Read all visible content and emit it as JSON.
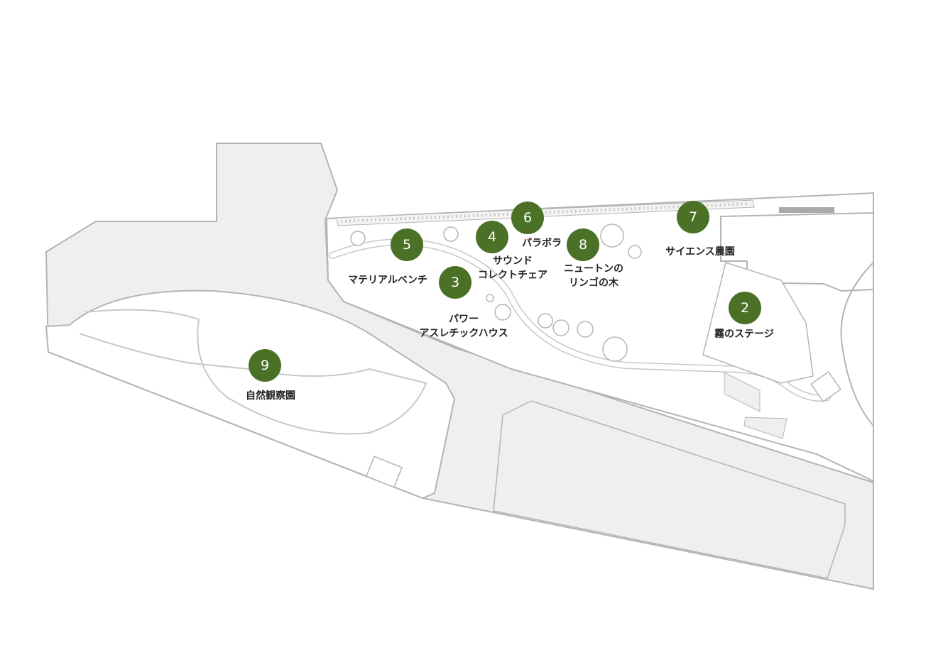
{
  "colors": {
    "marker_fill": "#4a7126",
    "marker_text": "#ffffff",
    "path_fill": "#efefef",
    "outline": "#b4b4b4",
    "label_text": "#222222"
  },
  "spots": [
    {
      "id": "spot-9",
      "number": "9",
      "label": "自然観察園"
    },
    {
      "id": "spot-5",
      "number": "5",
      "label": "マテリアルベンチ"
    },
    {
      "id": "spot-4",
      "number": "4",
      "label": "サウンド\nコレクトチェア"
    },
    {
      "id": "spot-6",
      "number": "6",
      "label": "パラボラ"
    },
    {
      "id": "spot-8",
      "number": "8",
      "label": "ニュートンの\nリンゴの木"
    },
    {
      "id": "spot-3",
      "number": "3",
      "label": "パワー\nアスレチックハウス"
    },
    {
      "id": "spot-7",
      "number": "7",
      "label": "サイエンス農園"
    },
    {
      "id": "spot-2",
      "number": "2",
      "label": "霧のステージ"
    }
  ]
}
